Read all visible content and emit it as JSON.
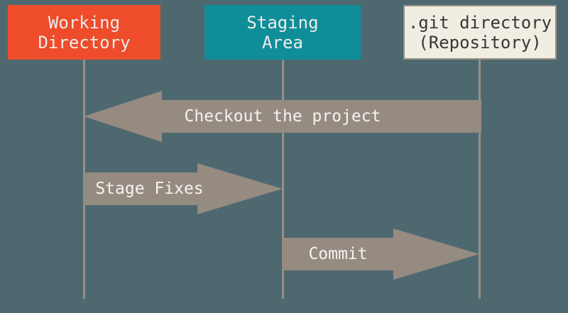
{
  "colors": {
    "background": "#4E6870",
    "working_box_fill": "#EE4C2B",
    "staging_box_fill": "#0F8E99",
    "repo_box_fill": "#F0EDE3",
    "repo_box_border": "#9A9186",
    "box_text_light": "#EDECEA",
    "repo_box_text": "#3A3631",
    "arrow_fill": "#958B81",
    "arrow_text": "#F5F3F0",
    "lifeline": "#998F85"
  },
  "columns": [
    {
      "line1": "Working",
      "line2": "Directory"
    },
    {
      "line1": "Staging",
      "line2": "Area"
    },
    {
      "line1": ".git directory",
      "line2": "(Repository)"
    }
  ],
  "arrows": [
    {
      "label": "Checkout the project",
      "from": ".git directory (Repository)",
      "to": "Working Directory",
      "direction": "right-to-left"
    },
    {
      "label": "Stage Fixes",
      "from": "Working Directory",
      "to": "Staging Area",
      "direction": "left-to-right"
    },
    {
      "label": "Commit",
      "from": "Staging Area",
      "to": ".git directory (Repository)",
      "direction": "left-to-right"
    }
  ]
}
